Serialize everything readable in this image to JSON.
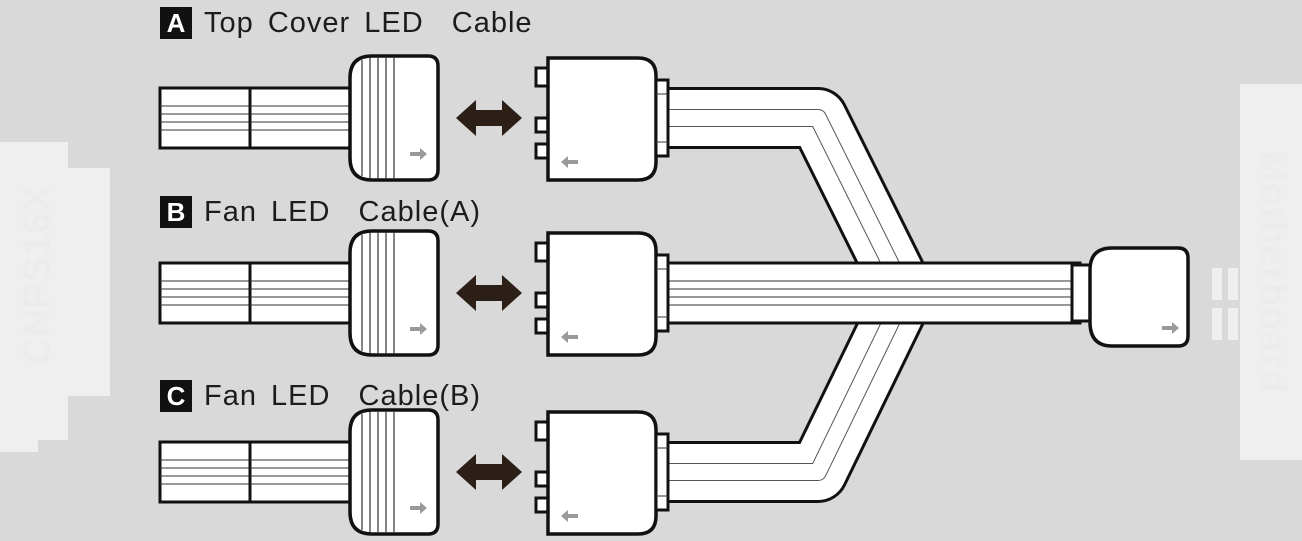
{
  "cables": [
    {
      "badge": "A",
      "label": "Top Cover LED  Cable"
    },
    {
      "badge": "B",
      "label": "Fan LED  Cable(A)"
    },
    {
      "badge": "C",
      "label": "Fan LED  Cable(B)"
    }
  ],
  "left_panel": {
    "label": "CNPS16X"
  },
  "right_panel": {
    "label": "Motherboard"
  },
  "colors": {
    "background": "#d9d9d9",
    "panel": "#efefef",
    "cable_outline": "#111111",
    "cable_fill": "#ffffff",
    "arrow": "#2b1f17",
    "arrow_hint": "#9a9a9a"
  },
  "icons": [
    "double-arrow-icon",
    "direction-arrow-icon"
  ]
}
